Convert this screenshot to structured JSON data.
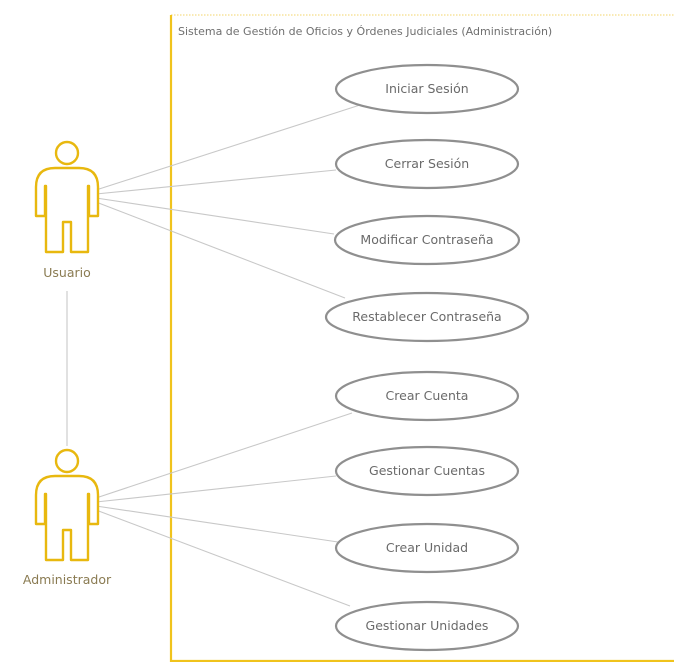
{
  "system": {
    "title": "Sistema de Gestión de Oficios y Órdenes Judiciales (Administración)"
  },
  "actors": {
    "usuario": {
      "label": "Usuario"
    },
    "administrador": {
      "label": "Administrador"
    }
  },
  "use_cases": [
    {
      "label": "Iniciar Sesión",
      "actor": "Usuario"
    },
    {
      "label": "Cerrar Sesión",
      "actor": "Usuario"
    },
    {
      "label": "Modificar Contraseña",
      "actor": "Usuario"
    },
    {
      "label": "Restablecer Contraseña",
      "actor": "Usuario"
    },
    {
      "label": "Crear Cuenta",
      "actor": "Administrador"
    },
    {
      "label": "Gestionar Cuentas",
      "actor": "Administrador"
    },
    {
      "label": "Crear Unidad",
      "actor": "Administrador"
    },
    {
      "label": "Gestionar Unidades",
      "actor": "Administrador"
    }
  ],
  "generalization": {
    "from": "Administrador",
    "to": "Usuario"
  },
  "colors": {
    "actor": "#e8b80f",
    "boundary": "#f0c31c",
    "use_case_border": "#8f8f8f",
    "association": "#c8c8c8"
  }
}
